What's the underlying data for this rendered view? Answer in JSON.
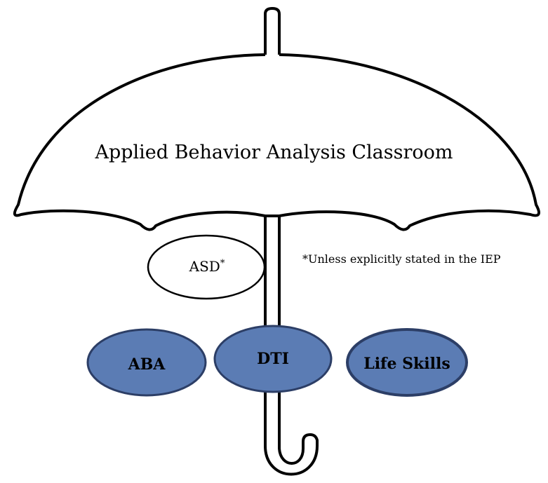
{
  "umbrella": {
    "title": "Applied Behavior Analysis Classroom"
  },
  "asd": {
    "label": "ASD",
    "marker": "*"
  },
  "footnote": "*Unless explicitly stated in the IEP",
  "programs": [
    {
      "label": "ABA"
    },
    {
      "label": "DTI"
    },
    {
      "label": "Life Skills"
    }
  ],
  "colors": {
    "line": "#000000",
    "program_fill": "#5b7cb4",
    "program_stroke": "#2c3e66"
  }
}
